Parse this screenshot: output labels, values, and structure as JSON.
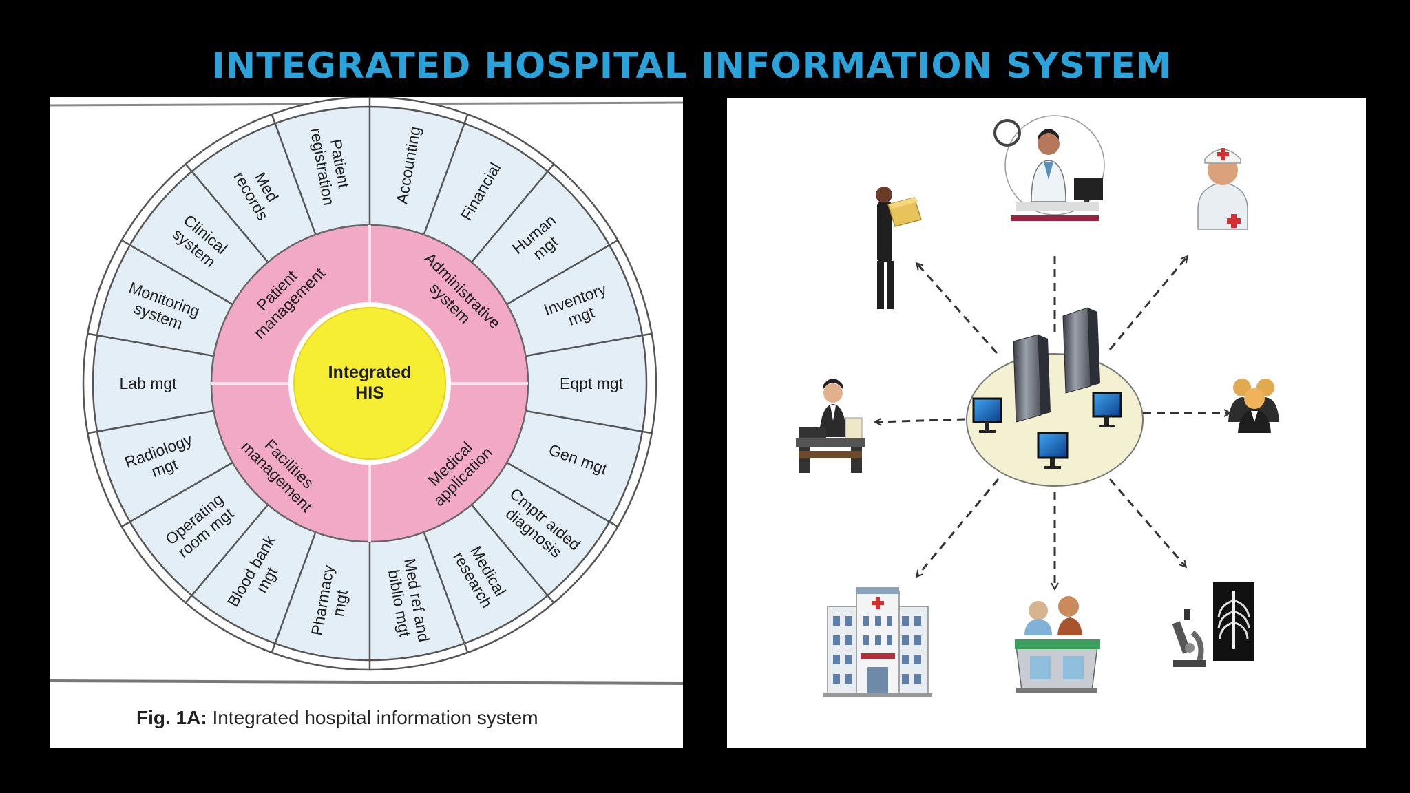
{
  "title": "INTEGRATED HOSPITAL INFORMATION SYSTEM",
  "colors": {
    "title": "#2AA3DB",
    "outer_ring": "#E3EEF6",
    "middle_ring": "#F2A9C6",
    "center": "#F6EE32"
  },
  "wheel": {
    "center": [
      "Integrated",
      "HIS"
    ],
    "quadrants": [
      {
        "lines": [
          "Patient",
          "management"
        ]
      },
      {
        "lines": [
          "Administrative",
          "system"
        ]
      },
      {
        "lines": [
          "Medical",
          "application"
        ]
      },
      {
        "lines": [
          "Facilities",
          "management"
        ]
      }
    ],
    "segments": [
      {
        "lines": [
          "Accounting"
        ]
      },
      {
        "lines": [
          "Financial"
        ]
      },
      {
        "lines": [
          "Human",
          "mgt"
        ]
      },
      {
        "lines": [
          "Inventory",
          "mgt"
        ]
      },
      {
        "lines": [
          "Eqpt mgt"
        ]
      },
      {
        "lines": [
          "Gen mgt"
        ]
      },
      {
        "lines": [
          "Cmptr aided",
          "diagnosis"
        ]
      },
      {
        "lines": [
          "Medical",
          "research"
        ]
      },
      {
        "lines": [
          "Med ref and",
          "biblio mgt"
        ]
      },
      {
        "lines": [
          "Pharmacy",
          "mgt"
        ]
      },
      {
        "lines": [
          "Blood bank",
          "mgt"
        ]
      },
      {
        "lines": [
          "Operating",
          "room mgt"
        ]
      },
      {
        "lines": [
          "Radiology",
          "mgt"
        ]
      },
      {
        "lines": [
          "Lab mgt"
        ]
      },
      {
        "lines": [
          "Monitoring",
          "system"
        ]
      },
      {
        "lines": [
          "Clinical",
          "system"
        ]
      },
      {
        "lines": [
          "Med",
          "records"
        ]
      },
      {
        "lines": [
          "Patient",
          "registration"
        ]
      }
    ]
  },
  "caption": {
    "label": "Fig. 1A:",
    "text": "Integrated hospital information system"
  },
  "network": {
    "hub_icons": [
      "server-icon",
      "monitor-icon"
    ],
    "nodes": [
      {
        "name": "doctor-at-desk-icon"
      },
      {
        "name": "nurse-icon"
      },
      {
        "name": "staff-group-icon"
      },
      {
        "name": "xray-microscope-icon"
      },
      {
        "name": "pharmacy-icon"
      },
      {
        "name": "hospital-building-icon"
      },
      {
        "name": "office-worker-icon"
      },
      {
        "name": "delivery-person-icon"
      }
    ]
  }
}
